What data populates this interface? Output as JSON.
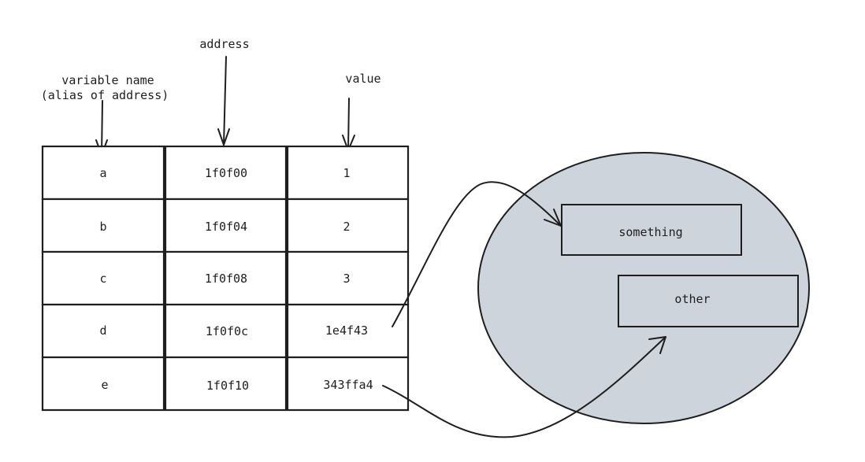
{
  "labels": {
    "address": "address",
    "variable_name_line1": "variable name",
    "variable_name_line2": "(alias of address)",
    "value": "value"
  },
  "rows": [
    {
      "name": "a",
      "address": "1f0f00",
      "value": "1"
    },
    {
      "name": "b",
      "address": "1f0f04",
      "value": "2"
    },
    {
      "name": "c",
      "address": "1f0f08",
      "value": "3"
    },
    {
      "name": "d",
      "address": "1f0f0c",
      "value": "1e4f43"
    },
    {
      "name": "e",
      "address": "1f0f10",
      "value": "343ffa4"
    }
  ],
  "heap": {
    "items": [
      {
        "label": "something"
      },
      {
        "label": "other"
      }
    ]
  },
  "colors": {
    "heap_fill": "#ced4dc",
    "stroke": "#1e1e1e"
  }
}
